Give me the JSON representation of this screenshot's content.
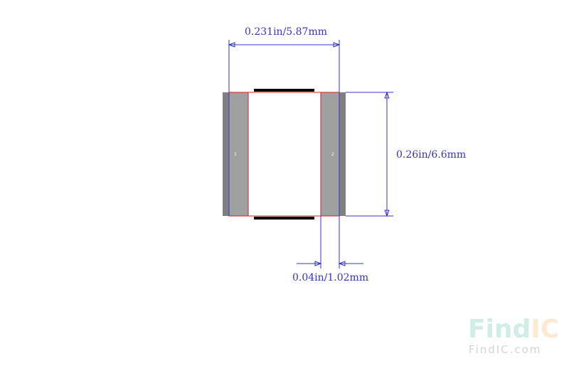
{
  "dimensions": {
    "width_label": "0.231in/5.87mm",
    "height_label": "0.26in/6.6mm",
    "pad_label": "0.04in/1.02mm"
  },
  "pads": {
    "left_number": "1",
    "right_number": "2"
  },
  "watermark": {
    "logo_find": "Find",
    "logo_ic": "IC",
    "url": "FindIC.com"
  },
  "colors": {
    "dimension_line": "#3333cc",
    "pad_gray": "#a0a0a0",
    "pad_dark": "#808080",
    "outline_red": "#cc2222",
    "silkscreen": "#000000",
    "logo_find": "#cfeee6",
    "logo_ic": "#fde9cf"
  }
}
